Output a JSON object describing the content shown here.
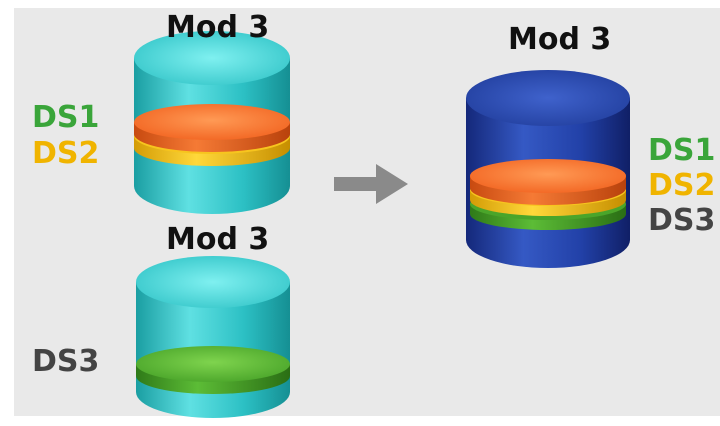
{
  "colors": {
    "background": "#e9e9e9",
    "cyan_cylinder": "#2bbcc0",
    "blue_cylinder": "#1e3a9a",
    "ds1_disc": "#f26522",
    "ds2_disc": "#f3c21b",
    "ds3_disc": "#4aa52a",
    "ds1_text": "#3aa53a",
    "ds2_text": "#f0b400",
    "ds3_text": "#444444",
    "arrow": "#8a8a8a"
  },
  "source_top": {
    "title": "Mod 3",
    "labels": [
      "DS1",
      "DS2"
    ]
  },
  "source_bottom": {
    "title": "Mod 3",
    "labels": [
      "DS3"
    ]
  },
  "arrow": {
    "icon": "right-arrow-icon"
  },
  "merged": {
    "title": "Mod 3",
    "labels": [
      "DS1",
      "DS2",
      "DS3"
    ]
  }
}
